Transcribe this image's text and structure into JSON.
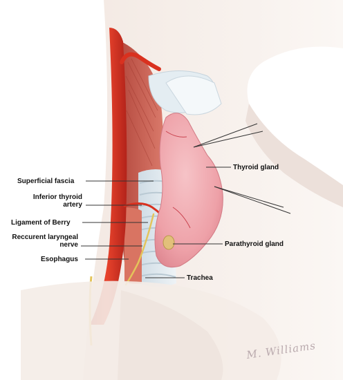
{
  "labels": {
    "superficial_fascia": "Superficial fascia",
    "inferior_thyroid_artery_line1": "Inferior thyroid",
    "inferior_thyroid_artery_line2": "artery",
    "ligament_of_berry": "Ligament of Berry",
    "recurrent_laryngeal_nerve_line1": "Reccurent laryngeal",
    "recurrent_laryngeal_nerve_line2": "nerve",
    "esophagus": "Esophagus",
    "thyroid_gland": "Thyroid gland",
    "parathyroid_gland": "Parathyroid gland",
    "trachea": "Trachea"
  },
  "signature": "M. Williams",
  "colors": {
    "artery": "#d9311f",
    "muscle": "#c9584a",
    "thyroid": "#f0a6ad",
    "nerve": "#e4c45a",
    "fascia": "#dfe9ef",
    "skin": "#f5eee9",
    "leader": "#333333"
  }
}
